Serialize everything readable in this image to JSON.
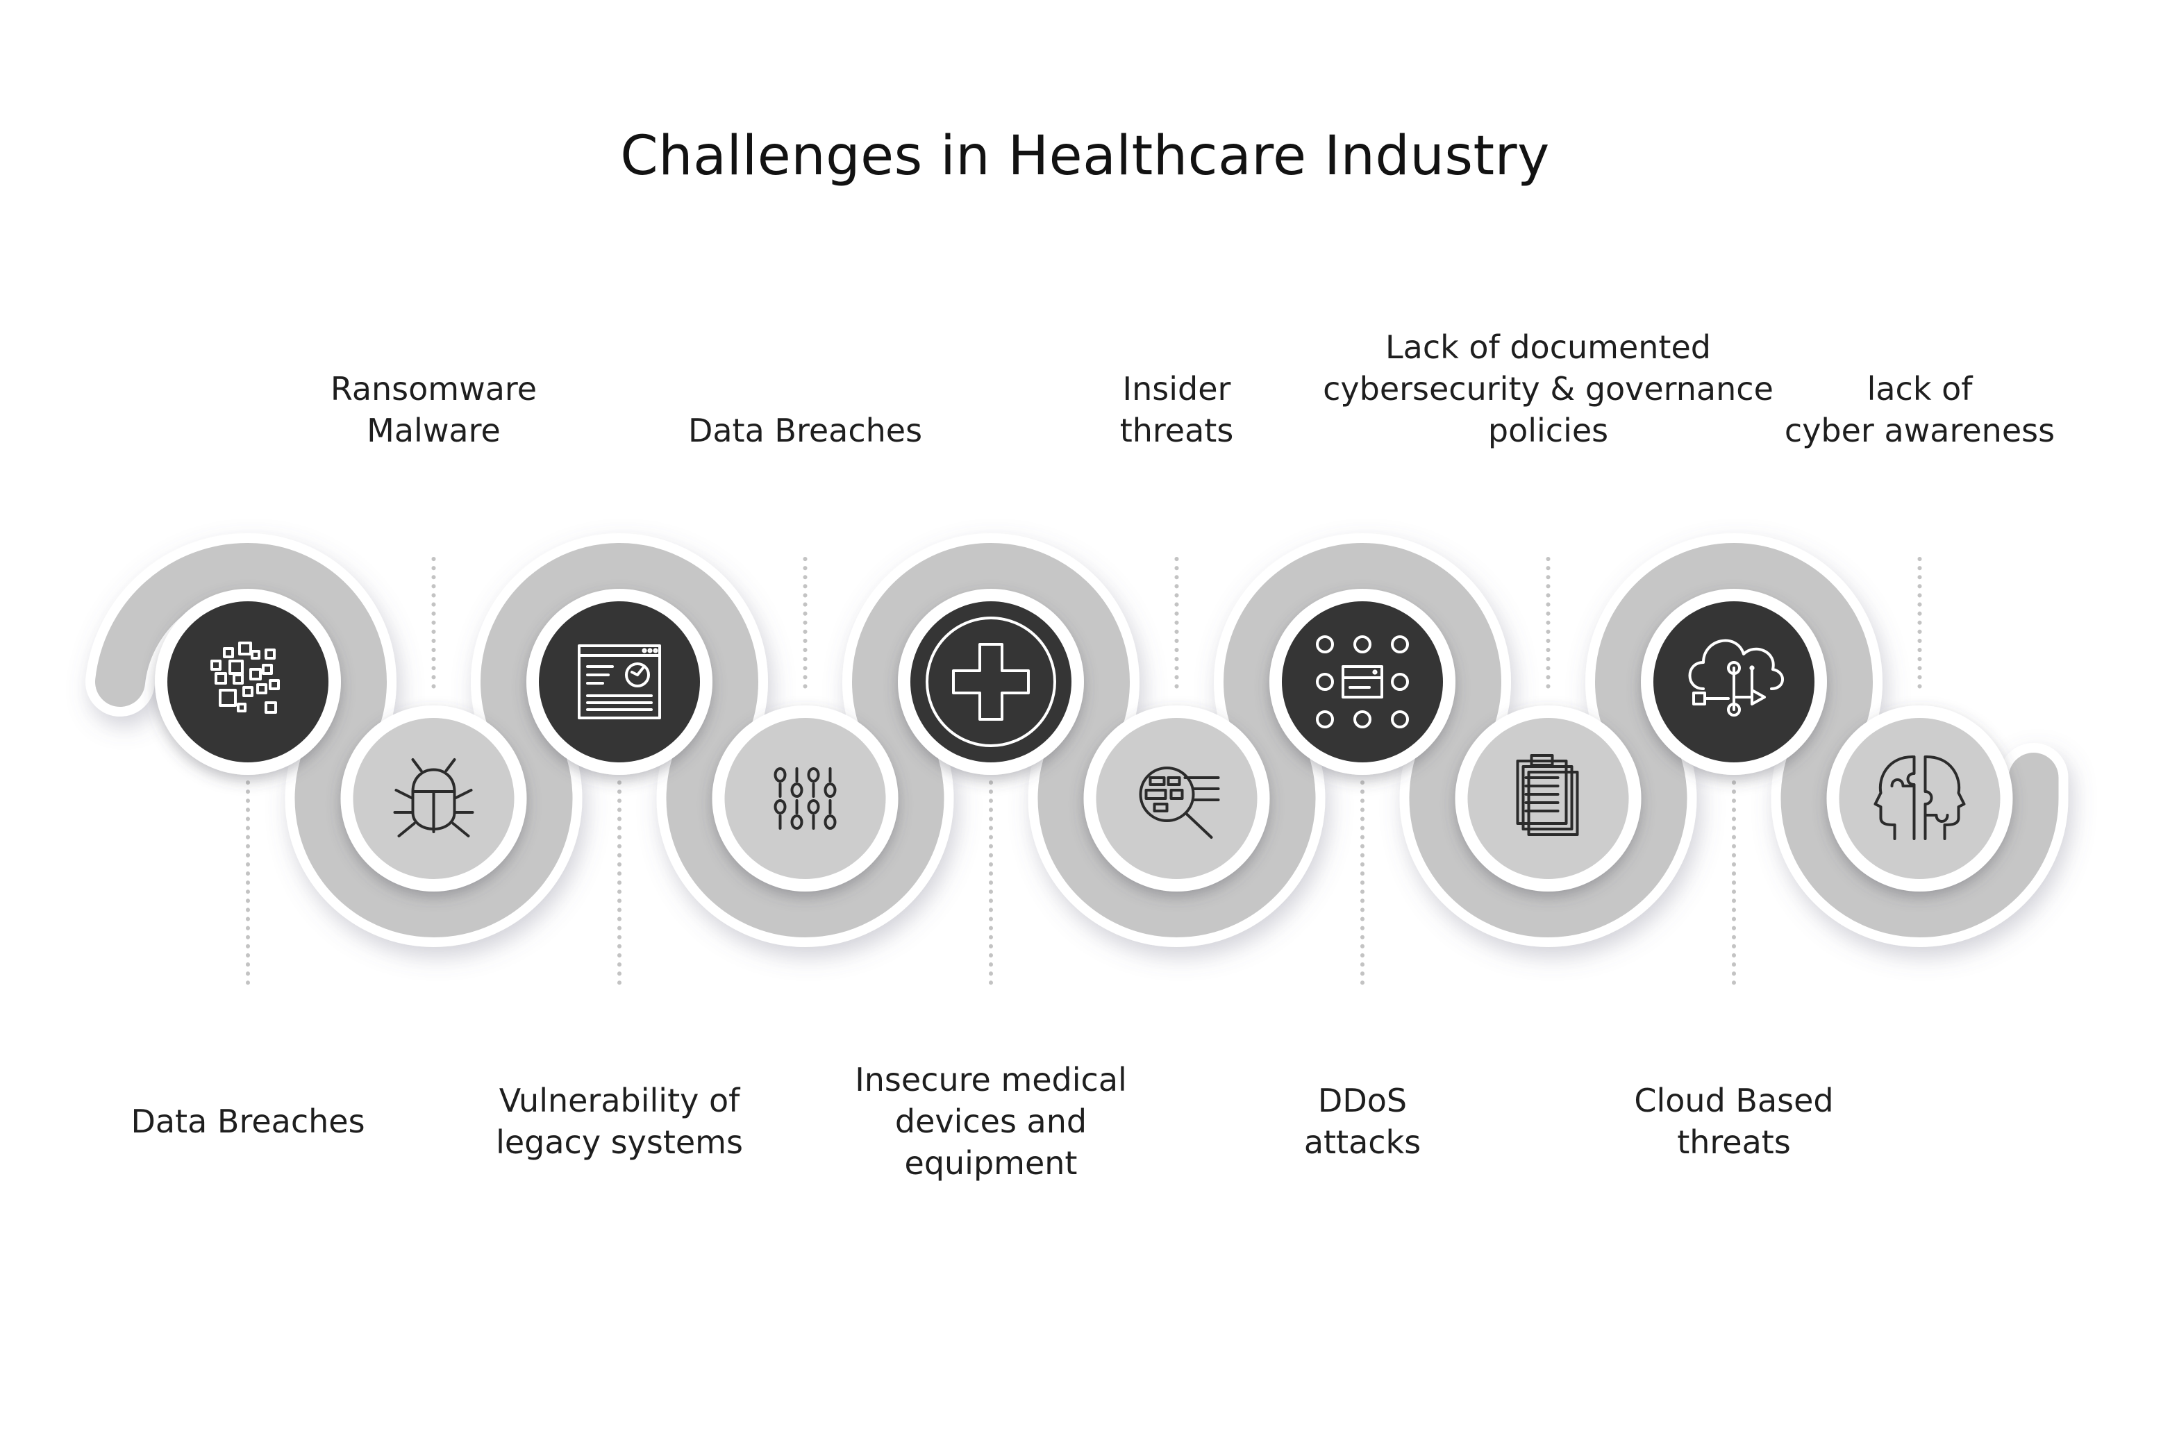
{
  "title": "Challenges in Healthcare Industry",
  "colors": {
    "band": "#c6c6c6",
    "outer_ring": "#ffffff",
    "dark_disc": "#353535",
    "light_disc": "#cdcdcd",
    "icon_on_dark": "#ffffff",
    "icon_on_light": "#2b2b2b",
    "connector": "#c3c3c3",
    "text": "#1e1e1e"
  },
  "items": [
    {
      "position": "bottom",
      "style": "dark",
      "icon": "scattered-squares-icon",
      "lines": [
        "Data Breaches"
      ]
    },
    {
      "position": "top",
      "style": "light",
      "icon": "bug-icon",
      "lines": [
        "Ransomware",
        "Malware"
      ]
    },
    {
      "position": "bottom",
      "style": "dark",
      "icon": "browser-window-icon",
      "lines": [
        "Vulnerability of",
        "legacy systems"
      ]
    },
    {
      "position": "top",
      "style": "light",
      "icon": "binary-digits-icon",
      "lines": [
        "Data Breaches"
      ]
    },
    {
      "position": "bottom",
      "style": "dark",
      "icon": "medical-cross-icon",
      "lines": [
        "Insecure medical",
        "devices and",
        "equipment"
      ]
    },
    {
      "position": "top",
      "style": "light",
      "icon": "magnifier-inspection-icon",
      "lines": [
        "Insider",
        "threats"
      ]
    },
    {
      "position": "bottom",
      "style": "dark",
      "icon": "server-network-icon",
      "lines": [
        "DDoS",
        "attacks"
      ]
    },
    {
      "position": "top",
      "style": "light",
      "icon": "clipboard-documents-icon",
      "lines": [
        "Lack of documented",
        "cybersecurity & governance",
        "policies"
      ]
    },
    {
      "position": "bottom",
      "style": "dark",
      "icon": "cloud-workflow-icon",
      "lines": [
        "Cloud Based",
        "threats"
      ]
    },
    {
      "position": "top",
      "style": "light",
      "icon": "head-puzzle-icon",
      "lines": [
        "lack of",
        "cyber awareness"
      ]
    }
  ]
}
